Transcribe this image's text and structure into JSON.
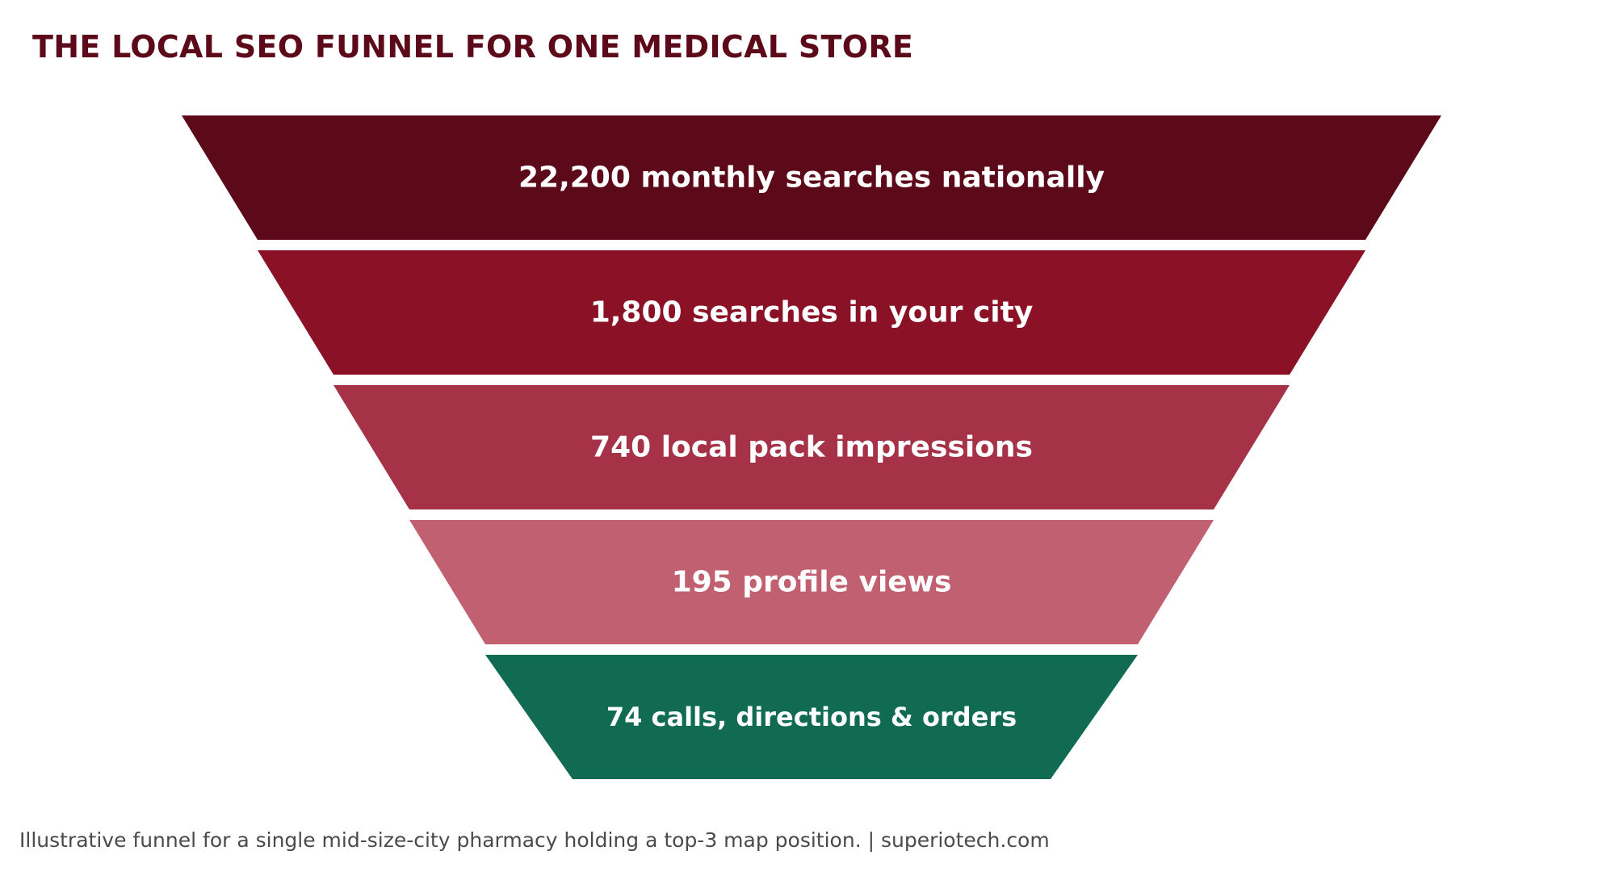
{
  "chart_data": {
    "type": "funnel",
    "title": "THE LOCAL SEO FUNNEL FOR ONE MEDICAL STORE",
    "stages": [
      {
        "value": 22200,
        "label": "22,200 monthly searches nationally",
        "color": "#5c0a1a"
      },
      {
        "value": 1800,
        "label": "1,800 searches in your city",
        "color": "#8b1127"
      },
      {
        "value": 740,
        "label": "740 local pack impressions",
        "color": "#a63248"
      },
      {
        "value": 195,
        "label": "195 profile views",
        "color": "#c16070"
      },
      {
        "value": 74,
        "label": "74 calls, directions & orders",
        "color": "#116b52"
      }
    ],
    "footnote": "Illustrative funnel for a single mid-size-city pharmacy holding a top-3 map position.  |  superiotech.com"
  },
  "colors": {
    "title": "#5c0a1a",
    "stage_text": "#ffffff",
    "footnote": "#4a4a4a"
  }
}
